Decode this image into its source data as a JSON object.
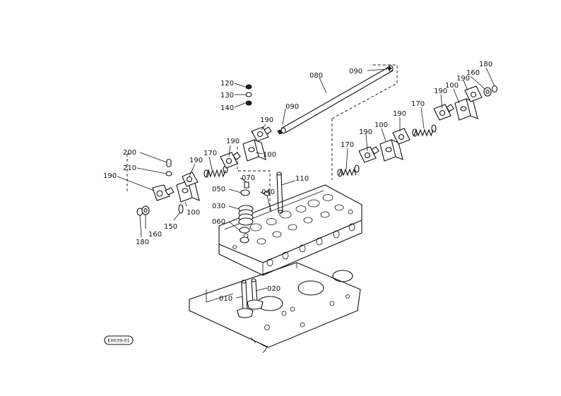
{
  "diagram_code": "E0039-01",
  "labels": {
    "p080": "080",
    "p090a": "090",
    "p090b": "090",
    "p120": "120",
    "p130": "130",
    "p140": "140",
    "p190a": "190",
    "p190b": "190",
    "p190c": "190",
    "p190d": "190",
    "p190e": "190",
    "p190f": "190",
    "p190g": "190",
    "p190h": "190",
    "p100a": "100",
    "p100b": "100",
    "p100c": "100",
    "p100d": "100",
    "p170a": "170",
    "p170b": "170",
    "p170c": "170",
    "p160a": "160",
    "p160b": "160",
    "p180a": "180",
    "p180b": "180",
    "p200": "200",
    "p210": "210",
    "p070": "070",
    "p050": "050",
    "p040": "040",
    "p110": "110",
    "p030": "030",
    "p060": "060",
    "p150": "150",
    "p010": "010",
    "p020": "020"
  }
}
